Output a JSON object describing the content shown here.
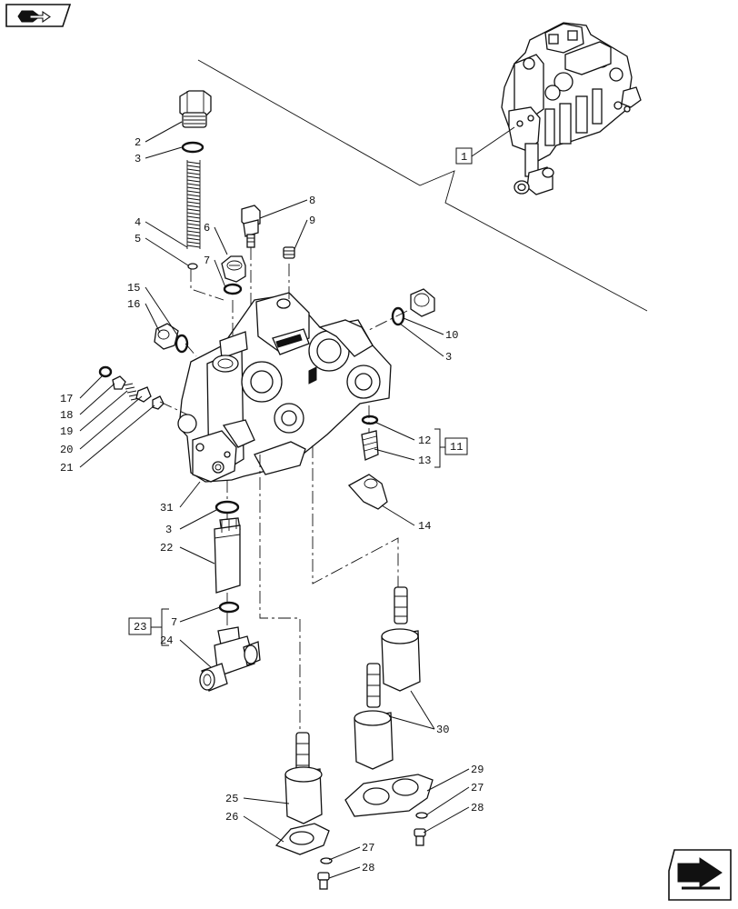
{
  "callouts": {
    "c1": "1",
    "c2": "2",
    "c3a": "3",
    "c3b": "3",
    "c3c": "3",
    "c4": "4",
    "c5": "5",
    "c6": "6",
    "c7a": "7",
    "c7b": "7",
    "c8": "8",
    "c9": "9",
    "c10": "10",
    "c11": "11",
    "c12": "12",
    "c13": "13",
    "c14": "14",
    "c15": "15",
    "c16": "16",
    "c17": "17",
    "c18": "18",
    "c19": "19",
    "c20": "20",
    "c21": "21",
    "c22": "22",
    "c23": "23",
    "c24": "24",
    "c25": "25",
    "c26": "26",
    "c27a": "27",
    "c27b": "27",
    "c28a": "28",
    "c28b": "28",
    "c29": "29",
    "c30": "30",
    "c31": "31"
  },
  "icons": {
    "top_left": "book-arrow-icon",
    "bottom_right": "next-page-arrow-icon"
  }
}
